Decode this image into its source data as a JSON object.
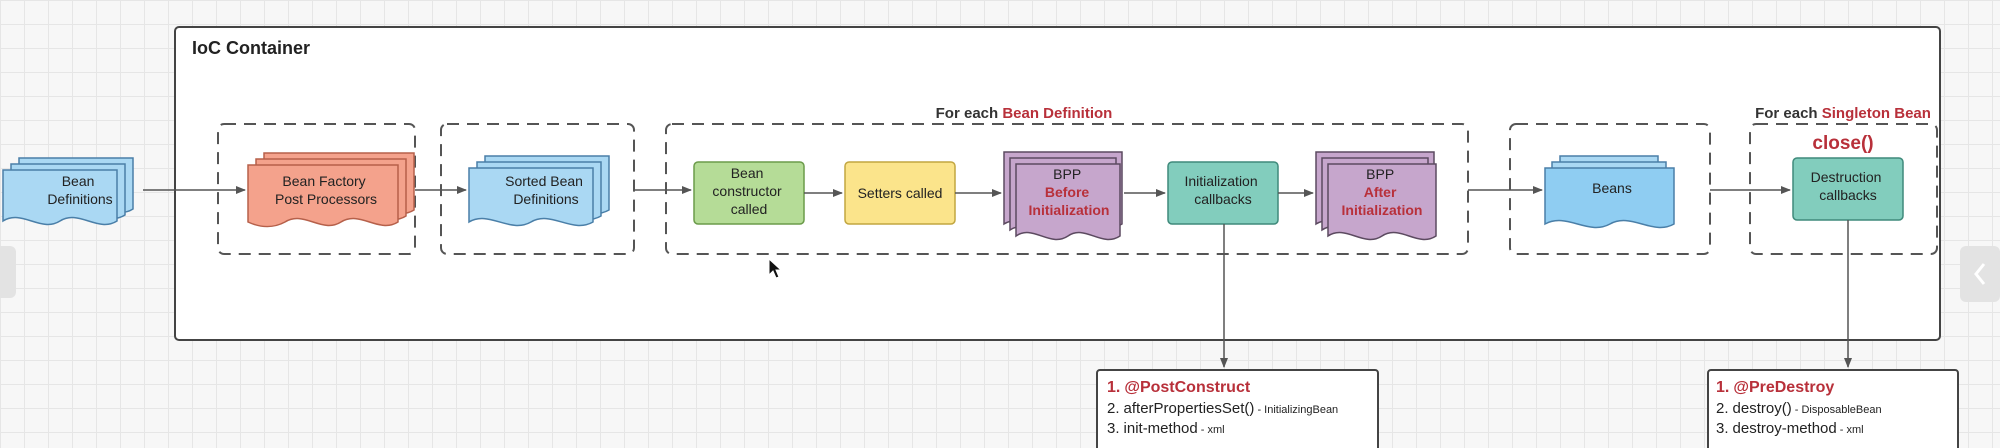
{
  "container_title": "IoC Container",
  "inputs": {
    "bean_definitions": [
      "Bean",
      "Definitions"
    ]
  },
  "bfpp": [
    "Bean Factory",
    "Post Processors"
  ],
  "sorted": [
    "Sorted Bean",
    "Definitions"
  ],
  "for_each_bean_definition": {
    "prefix": "For each ",
    "highlight": "Bean Definition"
  },
  "steps": {
    "constructor": [
      "Bean",
      "constructor",
      "called"
    ],
    "setters": [
      "Setters called"
    ],
    "bpp_before": {
      "title": "BPP",
      "lines": [
        "Before",
        "Initialization"
      ]
    },
    "init_callbacks": [
      "Initialization",
      "callbacks"
    ],
    "bpp_after": {
      "title": "BPP",
      "lines": [
        "After",
        "Initialization"
      ]
    }
  },
  "beans": [
    "Beans"
  ],
  "for_each_singleton": {
    "prefix": "For each ",
    "highlight": "Singleton Bean"
  },
  "close_label": "close()",
  "destruction": [
    "Destruction",
    "callbacks"
  ],
  "init_notes": [
    {
      "num": "1.",
      "main": "@PostConstruct",
      "sub": "",
      "highlight": true
    },
    {
      "num": "2.",
      "main": "afterPropertiesSet()",
      "sub": " - InitializingBean",
      "highlight": false
    },
    {
      "num": "3.",
      "main": "init-method",
      "sub": " - xml",
      "highlight": false
    }
  ],
  "destroy_notes": [
    {
      "num": "1.",
      "main": "@PreDestroy",
      "sub": "",
      "highlight": true
    },
    {
      "num": "2.",
      "main": "destroy()",
      "sub": " - DisposableBean",
      "highlight": false
    },
    {
      "num": "3.",
      "main": "destroy-method",
      "sub": " - xml",
      "highlight": false
    }
  ],
  "colors": {
    "highlight": "#b8303a",
    "blue": "#aad8f3",
    "salmon": "#f4a28c",
    "green": "#b5dc97",
    "yellow": "#fbe48b",
    "purple": "#c6a6cc",
    "teal": "#82cdbd"
  }
}
